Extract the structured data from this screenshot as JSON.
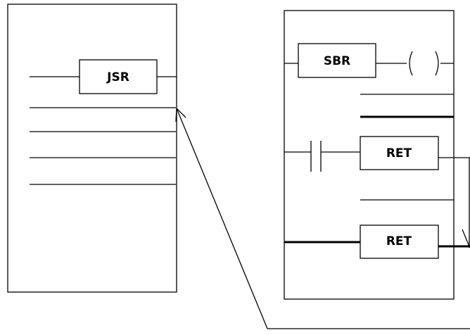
{
  "main_routine": {
    "instruction_label": "JSR"
  },
  "subroutine": {
    "entry_label": "SBR",
    "output_coil_label": "( )",
    "conditional_return_label": "RET",
    "final_return_label": "RET"
  },
  "colors": {
    "line": "#000000",
    "background": "#ffffff"
  }
}
